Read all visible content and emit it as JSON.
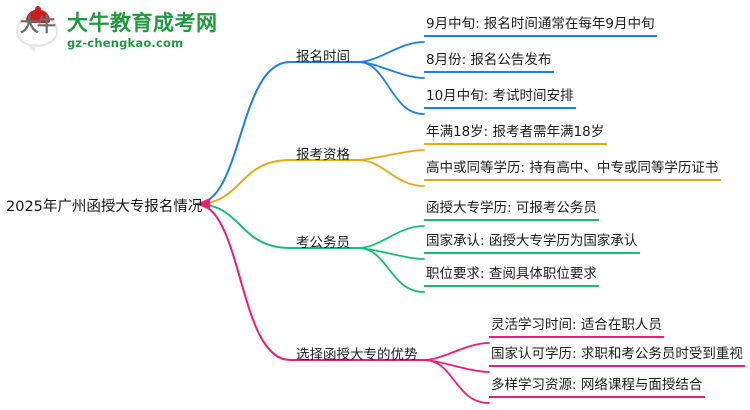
{
  "logo": {
    "mark_glyph": "大牛",
    "title": "大牛教育成考网",
    "url": "gz-chengkao.com",
    "brand_green": "#1f9a3f",
    "brand_red": "#cf1d1d"
  },
  "mindmap": {
    "root": "2025年广州函授大专报名情况",
    "branches": [
      {
        "label": "报名时间",
        "color": "#1a7ff0",
        "leaves": [
          "9月中旬: 报名时间通常在每年9月中旬",
          "8月份: 报名公告发布",
          "10月中旬: 考试时间安排"
        ]
      },
      {
        "label": "报考资格",
        "color": "#f0a516",
        "leaves": [
          "年满18岁: 报考者需年满18岁",
          "高中或同等学历: 持有高中、中专或同等学历证书"
        ]
      },
      {
        "label": "考公务员",
        "color": "#16bf70",
        "leaves": [
          "函授大专学历: 可报考公务员",
          "国家承认: 函授大专学历为国家承认",
          "职位要求: 查阅具体职位要求"
        ]
      },
      {
        "label": "选择函授大专的优势",
        "color": "#ef1b74",
        "leaves": [
          "灵活学习时间: 适合在职人员",
          "国家认可学历: 求职和考公务员时受到重视",
          "多样学习资源: 网络课程与面授结合"
        ]
      }
    ]
  }
}
